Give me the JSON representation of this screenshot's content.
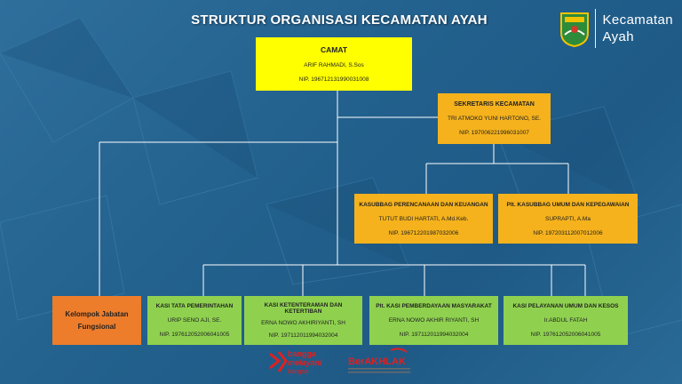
{
  "title": "STRUKTUR ORGANISASI KECAMATAN AYAH",
  "brand": {
    "line1": "Kecamatan",
    "line2": "Ayah"
  },
  "camat": {
    "title": "CAMAT",
    "name": "ARIF RAHMADI, S.Sos",
    "nip": "NIP. 196712131990031008"
  },
  "sekretaris": {
    "title": "SEKRETARIS KECAMATAN",
    "name": "TRI ATMOKO YUNI HARTONO, SE.",
    "nip": "NIP. 197006221996031007"
  },
  "kasubbag": [
    {
      "title": "KASUBBAG PERENCANAAN DAN KEUANGAN",
      "name": "TUTUT BUDI HARTATI, A.Md.Keb.",
      "nip": "NIP. 196712201987032006"
    },
    {
      "title": "Plt. KASUBBAG UMUM DAN KEPEGAWAIAN",
      "name": "SUPRAPTI, A.Ma",
      "nip": "NIP. 197203112007012006"
    }
  ],
  "fungsional": {
    "title": "Kelompok Jabatan Fungsional"
  },
  "kasi": [
    {
      "title": "KASI TATA PEMERINTAHAN",
      "name": "URIP SENO AJI, SE.",
      "nip": "NIP. 197612052006041005"
    },
    {
      "title": "KASI KETENTERAMAN DAN KETERTIBAN",
      "name": "ERNA NOWO AKHIRIYANTI, SH",
      "nip": "NIP. 197112011994032004"
    },
    {
      "title": "Plt. KASI PEMBERDAYAAN MASYARAKAT",
      "name": "ERNA NOWO AKHIR RIYANTI, SH",
      "nip": "NIP. 197112011994032004"
    },
    {
      "title": "KASI PELAYANAN UMUM DAN KESOS",
      "name": "Ir.ABDUL FATAH",
      "nip": "NIP. 197612052006041005"
    }
  ],
  "logos": {
    "bangga": "bangga",
    "melayani": "melayani",
    "bangsa": "bangsa",
    "berakhlak": "BerAKHLAK"
  }
}
